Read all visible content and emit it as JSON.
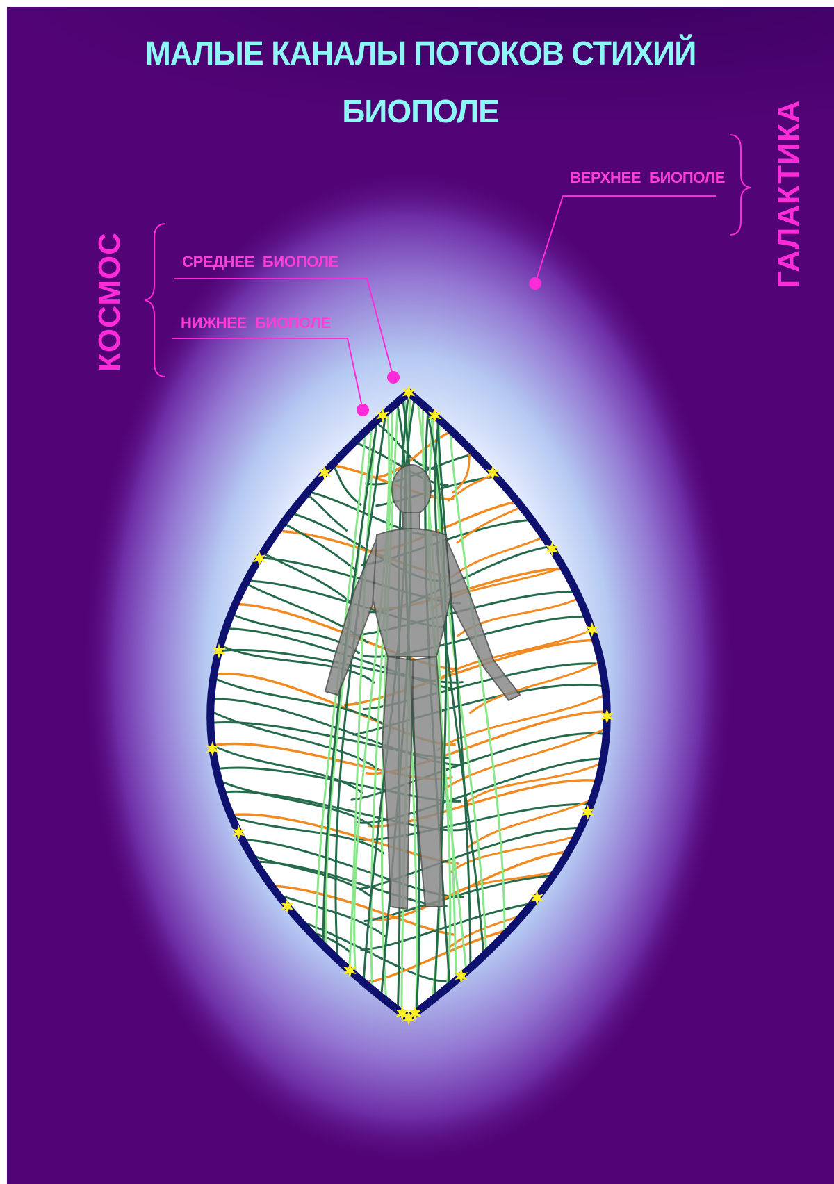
{
  "title": "МАЛЫЕ КАНАЛЫ ПОТОКОВ СТИХИЙ",
  "subtitle": "БИОПОЛЕ",
  "side_labels": {
    "left": "КОСМОС",
    "right": "ГАЛАКТИКА"
  },
  "field_labels": {
    "upper": "ВЕРХНЕЕ  БИОПОЛЕ",
    "middle": "СРЕДНЕЕ  БИОПОЛЕ",
    "lower": "НИЖНЕЕ  БИОПОЛЕ"
  },
  "colors": {
    "background": "#520476",
    "title": "#8ff6f6",
    "accent": "#ff2ad8",
    "egg_outline": "#0f116e",
    "star": "#ffee22",
    "channel_orange": "#f28a22",
    "channel_dark_green": "#266a4c",
    "channel_light_green": "#8ae68a"
  }
}
